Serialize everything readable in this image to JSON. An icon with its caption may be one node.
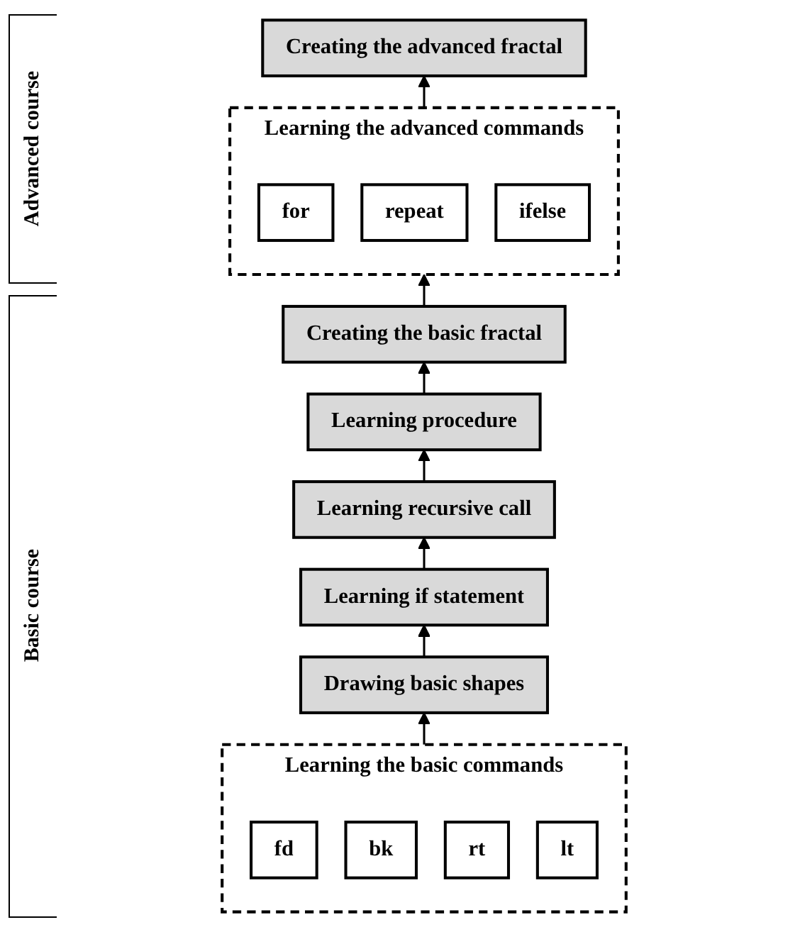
{
  "diagram": {
    "nodes": [
      {
        "text": [
          "Creating the advanced fractal"
        ]
      },
      {
        "text": [
          "Learning the advanced commands"
        ]
      },
      {
        "text": [
          "for"
        ],
        "in": 1
      },
      {
        "text": [
          "repeat"
        ],
        "in": 1
      },
      {
        "text": [
          "ifelse"
        ],
        "in": 1
      },
      {
        "text": [
          "Creating the basic fractal"
        ]
      },
      {
        "text": [
          "Learning procedure"
        ]
      },
      {
        "text": [
          "Learning recursive call"
        ]
      },
      {
        "text": [
          "Learning if statement"
        ]
      },
      {
        "text": [
          "Drawing basic shapes"
        ]
      },
      {
        "text": [
          "Learning the basic commands"
        ]
      },
      {
        "text": [
          "fd"
        ],
        "in": 10
      },
      {
        "text": [
          "bk"
        ],
        "in": 10
      },
      {
        "text": [
          "rt"
        ],
        "in": 10
      },
      {
        "text": [
          "lt"
        ],
        "in": 10
      }
    ],
    "edges": [
      {
        "from": 1,
        "to": 0,
        "arrow": "to"
      },
      {
        "from": 5,
        "to": 1,
        "arrow": "to"
      },
      {
        "from": 6,
        "to": 5,
        "arrow": "to"
      },
      {
        "from": 7,
        "to": 6,
        "arrow": "to"
      },
      {
        "from": 8,
        "to": 7,
        "arrow": "to"
      },
      {
        "from": 9,
        "to": 8,
        "arrow": "to"
      },
      {
        "from": 10,
        "to": 9,
        "arrow": "to"
      }
    ],
    "labels": [
      "Advanced course",
      "Basic course"
    ]
  }
}
